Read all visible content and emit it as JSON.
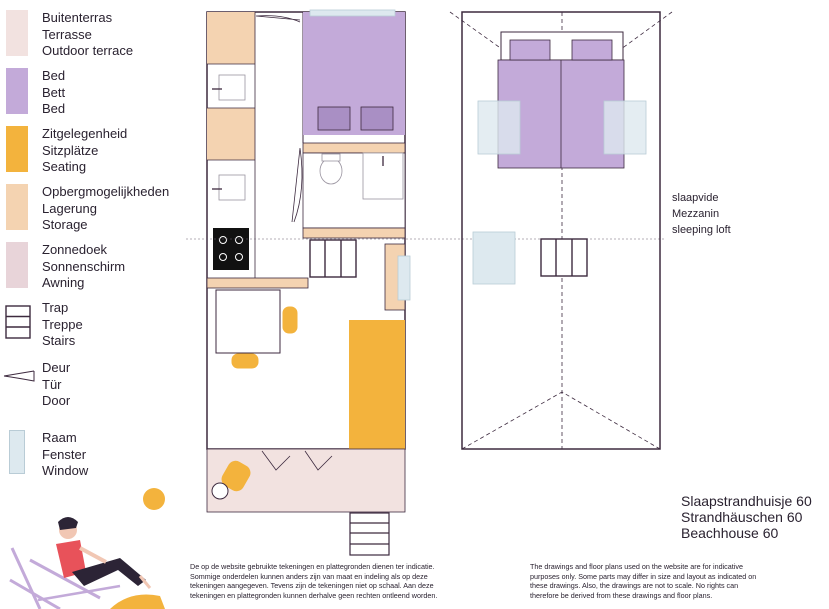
{
  "legend": [
    {
      "key": "outdoor-terrace",
      "color": "#f2e2e0",
      "lines": [
        "Buitenterras",
        "Terrasse",
        "Outdoor terrace"
      ]
    },
    {
      "key": "bed",
      "color": "#c3aad9",
      "lines": [
        "Bed",
        "Bett",
        "Bed"
      ]
    },
    {
      "key": "seating",
      "color": "#f3b33d",
      "lines": [
        "Zitgelegenheid",
        "Sitzplätze",
        "Seating"
      ]
    },
    {
      "key": "storage",
      "color": "#f4d3b1",
      "lines": [
        "Opbergmogelijkheden",
        "Lagerung",
        "Storage"
      ]
    },
    {
      "key": "awning",
      "color": "#e8d4d9",
      "lines": [
        "Zonnedoek",
        "Sonnenschirm",
        "Awning"
      ]
    },
    {
      "key": "stairs",
      "color": "none",
      "lines": [
        "Trap",
        "Treppe",
        "Stairs"
      ]
    },
    {
      "key": "door",
      "color": "none",
      "lines": [
        "Deur",
        "Tür",
        "Door"
      ]
    },
    {
      "key": "window",
      "color": "#dde9ef",
      "lines": [
        "Raam",
        "Fenster",
        "Window"
      ]
    }
  ],
  "loft_label": [
    "slaapvide",
    "Mezzanin",
    "sleeping loft"
  ],
  "house_name": [
    "Slaapstrandhuisje 60",
    "Strandhäuschen 60",
    "Beachhouse 60"
  ],
  "disclaimer_nl": [
    "De op de website gebruikte tekeningen en plattegronden dienen ter indicatie.",
    "Sommige onderdelen kunnen anders zijn van maat en indeling als op deze",
    "tekeningen aangegeven. Tevens zijn de tekeningen niet op schaal. Aan deze",
    "tekeningen en plattegronden kunnen derhalve geen rechten ontleend worden."
  ],
  "disclaimer_en": [
    "The drawings and floor plans used on the website are for indicative",
    "purposes only. Some parts may differ in size and layout as indicated on",
    "these drawings. Also, the drawings are not to scale. No rights can",
    "therefore be derived from these drawings and floor plans."
  ],
  "colors": {
    "outline": "#3d2a3f",
    "bed": "#c3aad9",
    "seating": "#f3b33d",
    "storage": "#f4d3b1",
    "terrace": "#f2e2e0",
    "window": "#dde9ef",
    "person_shirt": "#e8525a",
    "person_dark": "#2c2436"
  }
}
